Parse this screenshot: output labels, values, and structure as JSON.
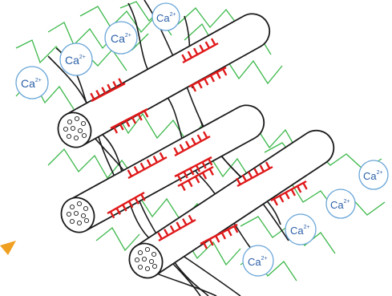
{
  "diagram": {
    "ions": [
      {
        "symbol": "Ca",
        "charge": "2+"
      },
      {
        "symbol": "Ca",
        "charge": "2+"
      },
      {
        "symbol": "Ca",
        "charge": "2+"
      },
      {
        "symbol": "Ca",
        "charge": "2+"
      },
      {
        "symbol": "Ca",
        "charge": "2+"
      },
      {
        "symbol": "Ca",
        "charge": "2+"
      },
      {
        "symbol": "Ca",
        "charge": "2+"
      },
      {
        "symbol": "Ca",
        "charge": "2+"
      }
    ],
    "filament_count": 3,
    "colors": {
      "ion_stroke": "#6aa6d8",
      "ion_text": "#2b5fa8",
      "zigzag": "#3cb84a",
      "binding_sites": "#e0191a",
      "strands": "#1a1a1a",
      "arrow": "#f0a020"
    }
  }
}
